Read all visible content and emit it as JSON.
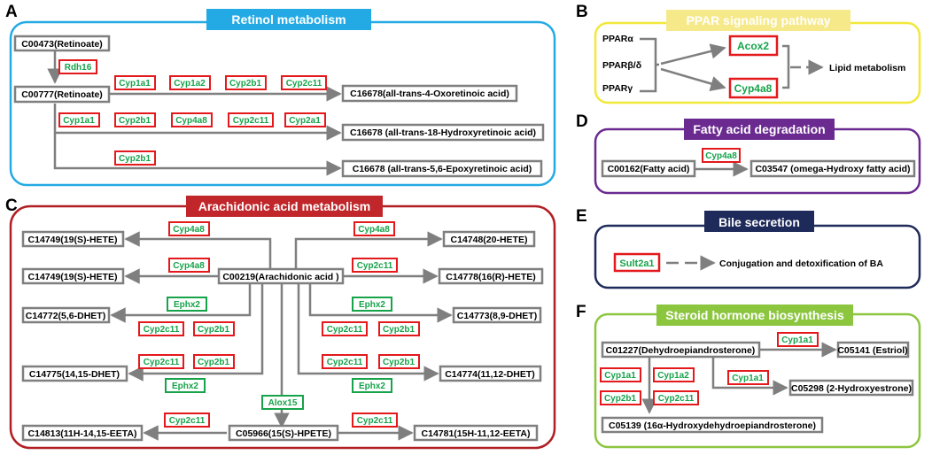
{
  "colors": {
    "arrow": "#7f7f7f",
    "node_border": "#7f7f7f",
    "gene_text": "#16a34a",
    "red_border": "#e3191c",
    "green_border": "#16a34a"
  },
  "panels": {
    "A": {
      "letter": "A",
      "title": "Retinol metabolism",
      "frame": "#23aae4",
      "title_bg": "#23aae4"
    },
    "B": {
      "letter": "B",
      "title": "PPAR signaling pathway",
      "frame": "#f2e83a",
      "title_bg": "#f6e98a"
    },
    "C": {
      "letter": "C",
      "title": "Arachidonic acid metabolism",
      "frame": "#b11f24",
      "title_bg": "#c0262a"
    },
    "D": {
      "letter": "D",
      "title": "Fatty acid degradation",
      "frame": "#6a2a90",
      "title_bg": "#6a2a90"
    },
    "E": {
      "letter": "E",
      "title": "Bile secretion",
      "frame": "#1e2a5a",
      "title_bg": "#1e2a5a"
    },
    "F": {
      "letter": "F",
      "title": "Steroid hormone biosynthesis",
      "frame": "#8cc63f",
      "title_bg": "#8cc63f"
    }
  },
  "A": {
    "c00473": "C00473(Retinoate)",
    "c00777": "C00777(Retinoate)",
    "p1": "C16678(all-trans-4-Oxoretinoic acid)",
    "p2": "C16678 (all-trans-18-Hydroxyretinoic acid)",
    "p3": "C16678 (all-trans-5,6-Epoxyretinoic acid)",
    "rdh16": "Rdh16",
    "row1": [
      "Cyp1a1",
      "Cyp1a2",
      "Cyp2b1",
      "Cyp2c11"
    ],
    "row2": [
      "Cyp1a1",
      "Cyp2b1",
      "Cyp4a8",
      "Cyp2c11",
      "Cyp2a1"
    ],
    "row3": [
      "Cyp2b1"
    ]
  },
  "B": {
    "alpha": "PPARα",
    "betadelta": "PPARβ/δ",
    "gamma": "PPARγ",
    "acox2": "Acox2",
    "cyp4a8": "Cyp4a8",
    "outcome": "Lipid metabolism"
  },
  "C": {
    "center": "C00219(Arachidonic acid )",
    "l1": "C14749(19(S)-HETE)",
    "l2": "C14749(19(S)-HETE)",
    "l3": "C14772(5,6-DHET)",
    "l4": "C14775(14,15-DHET)",
    "r1": "C14748(20-HETE)",
    "r2": "C14778(16(R)-HETE)",
    "r3": "C14773(8,9-DHET)",
    "r4": "C14774(11,12-DHET)",
    "hpete": "C05966(15(S)-HPETE)",
    "eeta_l": "C14813(11H-14,15-EETA)",
    "eeta_r": "C14781(15H-11,12-EETA)",
    "enz_l1": "Cyp4a8",
    "enz_l2": "Cyp4a8",
    "enz_r1": "Cyp4a8",
    "enz_r2": "Cyp2c11",
    "ephx_l3": "Ephx2",
    "enz_l3": [
      "Cyp2c11",
      "Cyp2b1"
    ],
    "enz_l4": [
      "Cyp2c11",
      "Cyp2b1"
    ],
    "ephx_l4": "Ephx2",
    "ephx_r3": "Ephx2",
    "enz_r3": [
      "Cyp2c11",
      "Cyp2b1"
    ],
    "enz_r4": [
      "Cyp2c11",
      "Cyp2b1"
    ],
    "ephx_r4": "Ephx2",
    "alox15": "Alox15",
    "enz_eeta_l": "Cyp2c11",
    "enz_eeta_r": "Cyp2c11"
  },
  "D": {
    "src": "C00162(Fatty acid)",
    "enz": "Cyp4a8",
    "dst": "C03547 (omega-Hydroxy fatty acid)"
  },
  "E": {
    "enz": "Sult2a1",
    "text": "Conjugation and detoxification of BA"
  },
  "F": {
    "src": "C01227(Dehydroepiandrosterone)",
    "estriol": "C05141 (Estriol)",
    "hydroxyestrone": "C05298 (2-Hydroxyestrone)",
    "dhea16": "C05139 (16α-Hydroxydehydroepiandrosterone)",
    "enz_estriol": "Cyp1a1",
    "enz_hydroxy": "Cyp1a1",
    "enz_grid": [
      "Cyp1a1",
      "Cyp1a2",
      "Cyp2b1",
      "Cyp2c11"
    ]
  }
}
